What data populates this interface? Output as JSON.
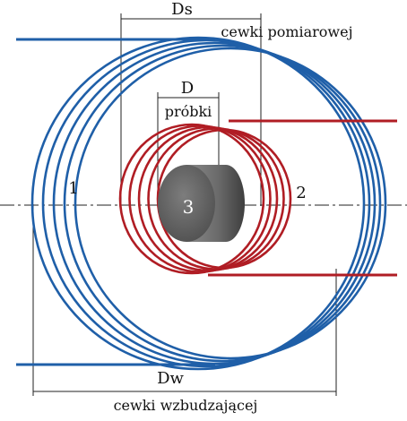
{
  "labels": {
    "ds": "Ds",
    "ds_caption": "cewki pomiarowej",
    "d": "D",
    "d_caption": "próbki",
    "dw": "Dw",
    "dw_caption": "cewki wzbudzającej",
    "marker_1": "1",
    "marker_2": "2",
    "marker_3": "3"
  },
  "colors": {
    "excitation_coil": "#1f5fa8",
    "measuring_coil": "#b01d24",
    "sample": "#6f6f6f",
    "dimension_lines": "#222222"
  },
  "counts": {
    "excitation_turns": 5,
    "measuring_turns": 5
  }
}
